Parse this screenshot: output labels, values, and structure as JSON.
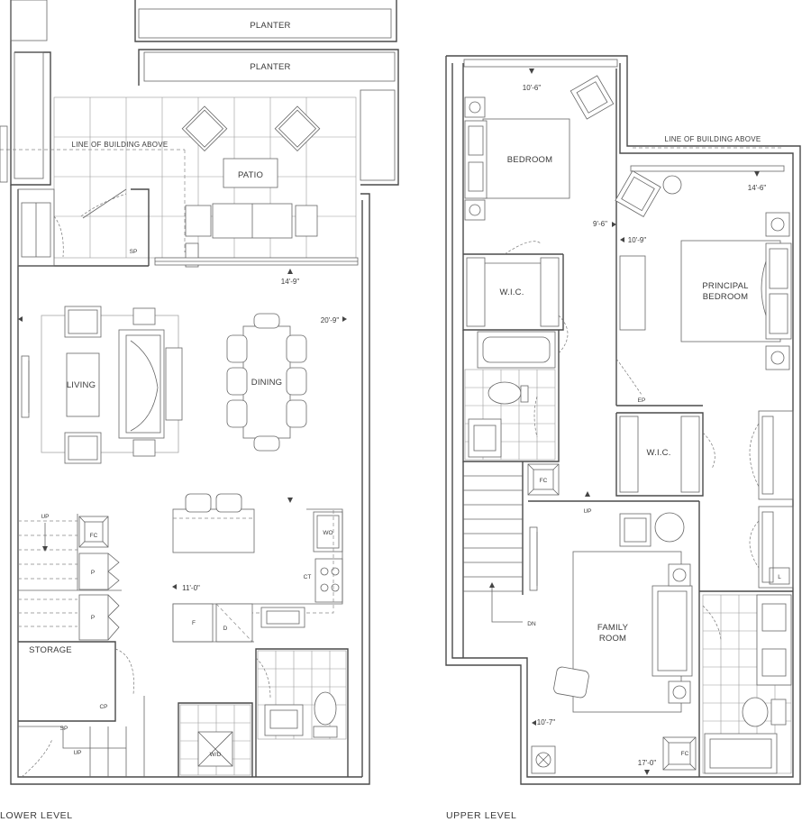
{
  "lower_level": {
    "title": "LOWER LEVEL",
    "planter_1": "PLANTER",
    "planter_2": "PLANTER",
    "building_line": "LINE OF BUILDING ABOVE",
    "patio": "PATIO",
    "living": "LIVING",
    "dining": "DINING",
    "storage": "STORAGE",
    "dim_patio": "14'-9\"",
    "dim_living": "20'-9\"",
    "dim_kitchen": "11'-0\"",
    "sp_1": "SP",
    "sp_2": "SP",
    "cp": "CP",
    "up_1": "UP",
    "up_2": "UP",
    "fc": "FC",
    "wo": "WO",
    "ct": "CT",
    "pantry_1": "P",
    "pantry_2": "P",
    "fridge": "F",
    "dishwasher": "D",
    "washer_dryer": "W/D"
  },
  "upper_level": {
    "title": "UPPER LEVEL",
    "building_line": "LINE OF BUILDING ABOVE",
    "bedroom": "BEDROOM",
    "principal_bedroom": [
      "PRINCIPAL",
      "BEDROOM"
    ],
    "wic_1": "W.I.C.",
    "wic_2": "W.I.C.",
    "family_room": [
      "FAMILY",
      "ROOM"
    ],
    "dim_bedroom_w": "10'-6\"",
    "dim_bedroom_h": "9'-6\"",
    "dim_principal_w": "14'-6\"",
    "dim_principal_h": "10'-9\"",
    "dim_family_h": "10'-7\"",
    "dim_family_w": "17'-0\"",
    "ep": "EP",
    "up": "UP",
    "dn": "DN",
    "fc": "FC",
    "linen": "L"
  }
}
